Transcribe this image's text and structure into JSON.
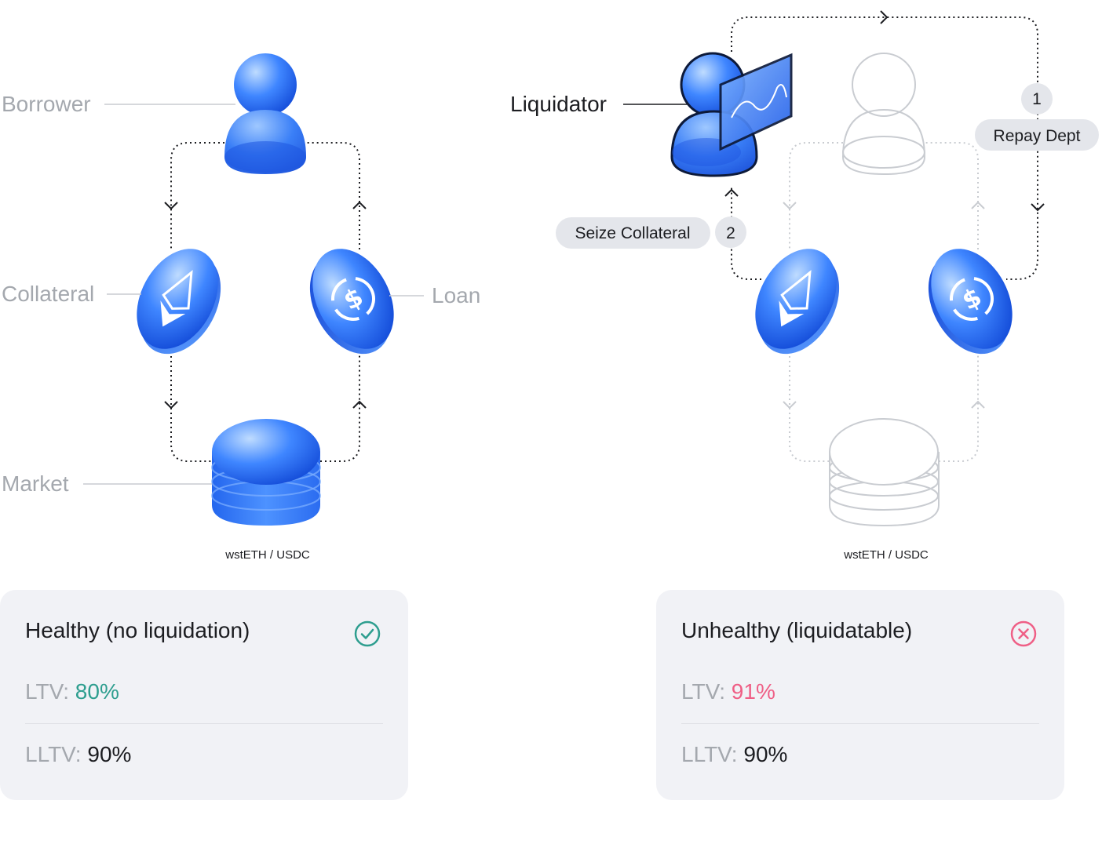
{
  "left_panel": {
    "borrower_label": "Borrower",
    "collateral_label": "Collateral",
    "loan_label": "Loan",
    "market_label": "Market",
    "market_name": "wstETH / USDC"
  },
  "right_panel": {
    "liquidator_label": "Liquidator",
    "step1_number": "1",
    "step1_label": "Repay Dept",
    "step2_number": "2",
    "step2_label": "Seize Collateral",
    "market_name": "wstETH / USDC"
  },
  "healthy_card": {
    "title": "Healthy (no liquidation)",
    "ltv_label": "LTV:",
    "ltv_value": "80%",
    "lltv_label": "LLTV:",
    "lltv_value": "90%",
    "status_icon": "check-circle-icon",
    "accent_color": "#2e9e8f"
  },
  "unhealthy_card": {
    "title": "Unhealthy (liquidatable)",
    "ltv_label": "LTV:",
    "ltv_value": "91%",
    "lltv_label": "LLTV:",
    "lltv_value": "90%",
    "status_icon": "x-circle-icon",
    "accent_color": "#ef5f86"
  },
  "colors": {
    "primary_blue": "#2f6df2",
    "muted_gray": "#a4a8ae",
    "card_background": "#f1f2f6",
    "pill_background": "#e4e6eb"
  }
}
